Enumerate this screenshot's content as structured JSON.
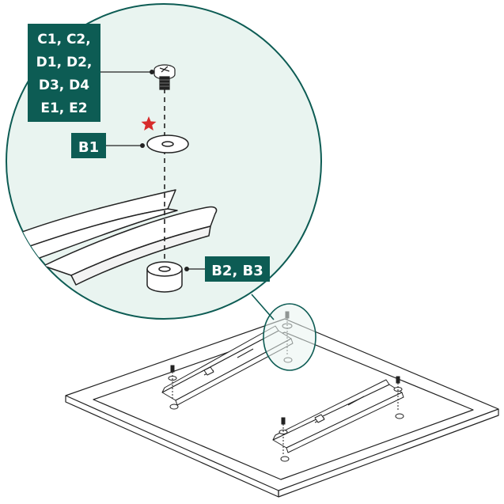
{
  "labels": {
    "screws": [
      "C1, C2,",
      "D1, D2,",
      "D3, D4",
      "E1, E2"
    ],
    "washer": "B1",
    "spacer": "B2, B3"
  },
  "colors": {
    "label_bg": "#0d5c54",
    "label_text": "#ffffff",
    "zoom_fill": "#e9f4f0",
    "zoom_stroke": "#0d5c54",
    "outline": "#222222",
    "star": "#d72b2b"
  },
  "icons": [
    "star-icon"
  ]
}
